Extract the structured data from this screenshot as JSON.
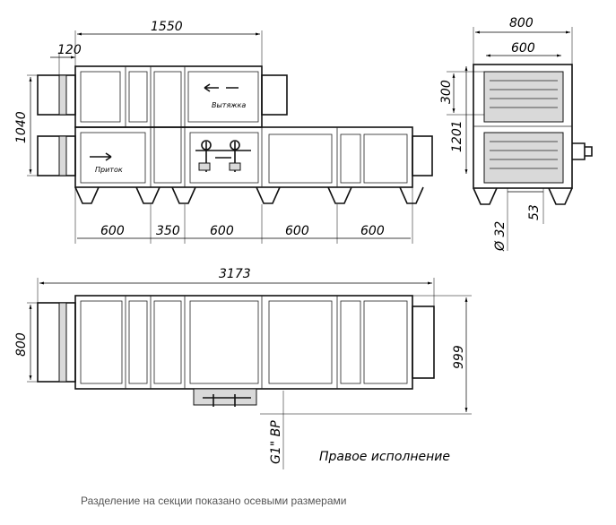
{
  "dimensions": {
    "top_total": "1550",
    "flange": "120",
    "left_height": "1040",
    "sections": [
      "600",
      "350",
      "600",
      "600",
      "600"
    ],
    "side_width": "800",
    "side_inner": "600",
    "side_300": "300",
    "side_1201": "1201",
    "side_53": "53",
    "side_pipe": "Ø 32",
    "plan_total": "3173",
    "plan_width": "800",
    "plan_depth": "999",
    "connection": "G1\" BP"
  },
  "labels": {
    "exhaust": "Вытяжка",
    "supply": "Приток"
  },
  "notes": {
    "version": "Правое исполнение",
    "footer": "Разделение на секции показано осевыми размерами"
  }
}
